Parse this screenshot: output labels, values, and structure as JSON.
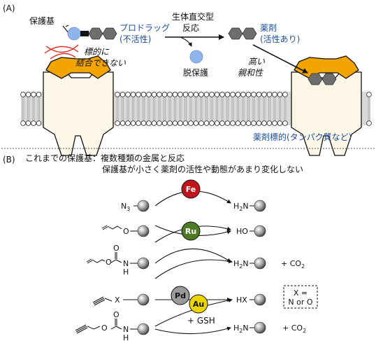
{
  "panel_a": {
    "label": "(A)",
    "protecting_group": "保護基",
    "prodrug_line1": "プロドラッグ",
    "prodrug_line2": "(不活性)",
    "reaction_line1": "生体直交型",
    "reaction_line2": "反応",
    "drug_line1": "薬剤",
    "drug_line2": "(活性あり)",
    "no_binding_line1": "標的に",
    "no_binding_line2": "結合できない",
    "deprotection": "脱保護",
    "high_affinity_line1": "高い",
    "high_affinity_line2": "親和性",
    "target": "薬剤標的(タンパク質など)"
  },
  "panel_b": {
    "label": "(B)",
    "header_line1": "これまでの保護基：複数種類の金属と反応",
    "header_line2": "保護基が小さく薬剤の活性や動態があまり変化しない",
    "metals": {
      "fe": "Fe",
      "ru": "Ru",
      "pd": "Pd",
      "au": "Au"
    },
    "reagent": "+ GSH",
    "substrates": {
      "azide": "N",
      "azide_sub": "3",
      "ether_o": "O",
      "carbamate_o": "O",
      "carbamate_n": "N",
      "carbamate_h": "H",
      "propargyl_x": "X"
    },
    "products": {
      "amine1": "H",
      "amine1_sub": "2",
      "amine1_n": "N",
      "hydroxyl": "HO",
      "amine2": "H",
      "amine2_sub": "2",
      "amine2_n": "N",
      "co2_1": "+  CO",
      "co2_1_sub": "2",
      "hx": "HX",
      "amine3": "H",
      "amine3_sub": "2",
      "amine3_n": "N",
      "co2_2": "+  CO",
      "co2_2_sub": "2"
    },
    "note_line1": "X =",
    "note_line2": "N or O"
  },
  "colors": {
    "fe": "#c0161b",
    "ru": "#4e7a25",
    "pd": "#9a9a9a",
    "au": "#ead500",
    "blue_text": "#1f4e9b",
    "pocket": "#f2a400",
    "protein": "#fbf6e6"
  }
}
